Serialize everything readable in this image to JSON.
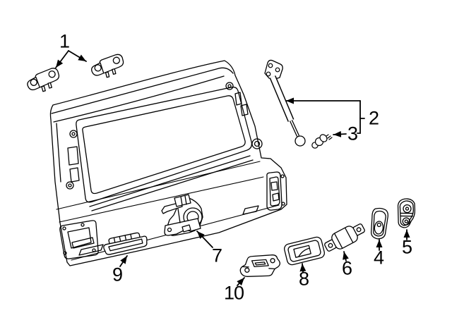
{
  "diagram": {
    "paper_color": "#ffffff",
    "ink_color": "#000000",
    "callouts": [
      {
        "label": "1"
      },
      {
        "label": "2"
      },
      {
        "label": "3"
      },
      {
        "label": "4"
      },
      {
        "label": "5"
      },
      {
        "label": "6"
      },
      {
        "label": "7"
      },
      {
        "label": "8"
      },
      {
        "label": "9"
      },
      {
        "label": "10"
      }
    ]
  }
}
